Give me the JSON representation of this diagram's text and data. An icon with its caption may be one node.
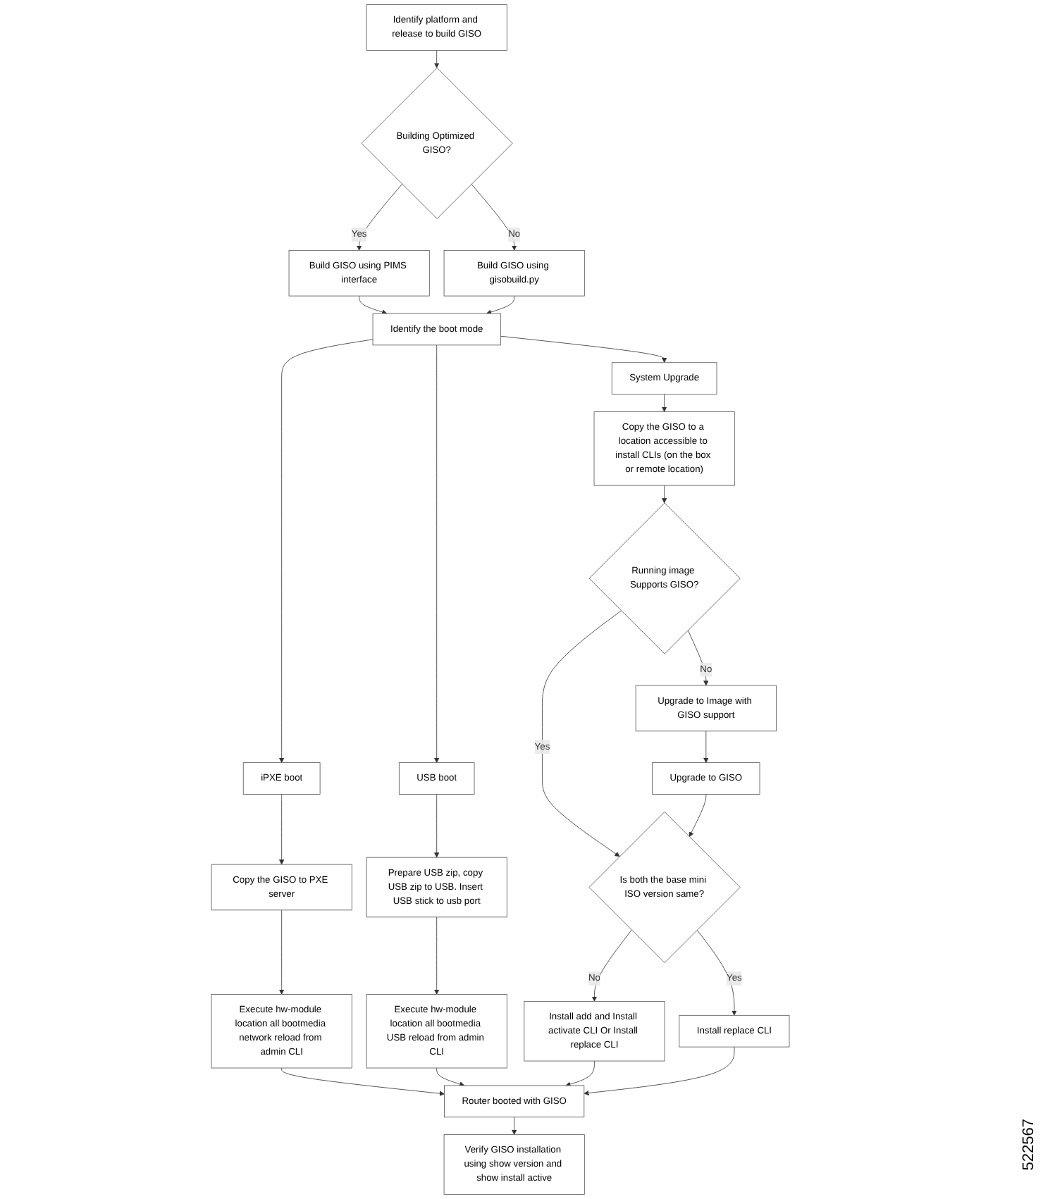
{
  "diagram": {
    "nodes": [
      {
        "text": [
          "Identify platform and release to build GISO"
        ]
      },
      {
        "text": [
          "Building Optimized GISO?"
        ]
      },
      {
        "text": [
          "Build GISO using PIMS interface"
        ]
      },
      {
        "text": [
          "Build GISO using gisobuild.py"
        ]
      },
      {
        "text": [
          "Identify the boot mode"
        ]
      },
      {
        "text": [
          "iPXE boot"
        ]
      },
      {
        "text": [
          "USB boot"
        ]
      },
      {
        "text": [
          "System Upgrade"
        ]
      },
      {
        "text": [
          "Copy the GISO to PXE server"
        ]
      },
      {
        "text": [
          "Prepare USB zip, copy USB zip to USB. Insert USB stick to usb port"
        ]
      },
      {
        "text": [
          "Copy the GISO to a location accessible to install CLIs (on the box or remote location)"
        ]
      },
      {
        "text": [
          "Execute hw-module location all bootmedia network reload from admin CLI"
        ]
      },
      {
        "text": [
          "Execute hw-module location all bootmedia USB reload from admin CLI"
        ]
      },
      {
        "text": [
          "Running image Supports GISO?"
        ]
      },
      {
        "text": [
          "Upgrade to Image with GISO support"
        ]
      },
      {
        "text": [
          "Upgrade to GISO"
        ]
      },
      {
        "text": [
          "Is both the base mini ISO version same?"
        ]
      },
      {
        "text": [
          "Install add and Install activate CLI Or Install replace CLI"
        ]
      },
      {
        "text": [
          "Install replace CLI"
        ]
      },
      {
        "text": [
          "Router booted with GISO"
        ]
      },
      {
        "text": [
          "Verify GISO installation using show version and show install active"
        ]
      }
    ],
    "edges": [
      {
        "from": 0,
        "to": 1,
        "arrow": "to"
      },
      {
        "from": 1,
        "to": 3,
        "arrow": "to",
        "label": "No"
      },
      {
        "from": 1,
        "to": 2,
        "arrow": "to",
        "label": "Yes"
      },
      {
        "from": 2,
        "to": 4,
        "arrow": "to"
      },
      {
        "from": 3,
        "to": 4,
        "arrow": "to"
      },
      {
        "from": 4,
        "to": 5,
        "arrow": "to"
      },
      {
        "from": 4,
        "to": 6,
        "arrow": "to"
      },
      {
        "from": 4,
        "to": 7,
        "arrow": "to"
      },
      {
        "from": 5,
        "to": 8,
        "arrow": "to"
      },
      {
        "from": 6,
        "to": 9,
        "arrow": "to"
      },
      {
        "from": 7,
        "to": 10,
        "arrow": "to"
      },
      {
        "from": 8,
        "to": 11,
        "arrow": "to"
      },
      {
        "from": 9,
        "to": 12,
        "arrow": "to"
      },
      {
        "from": 10,
        "to": 13,
        "arrow": "to"
      },
      {
        "from": 13,
        "to": 16,
        "arrow": "to",
        "label": "Yes"
      },
      {
        "from": 13,
        "to": 14,
        "arrow": "to",
        "label": "No"
      },
      {
        "from": 14,
        "to": 15,
        "arrow": "to"
      },
      {
        "from": 15,
        "to": 16,
        "arrow": "to"
      },
      {
        "from": 16,
        "to": 17,
        "arrow": "to",
        "label": "No"
      },
      {
        "from": 16,
        "to": 18,
        "arrow": "to",
        "label": "Yes"
      },
      {
        "from": 11,
        "to": 19,
        "arrow": "to"
      },
      {
        "from": 12,
        "to": 19,
        "arrow": "to"
      },
      {
        "from": 17,
        "to": 19,
        "arrow": "to"
      },
      {
        "from": 18,
        "to": 19,
        "arrow": "to"
      },
      {
        "from": 19,
        "to": 20,
        "arrow": "to"
      }
    ],
    "labels": [
      "522567"
    ]
  }
}
